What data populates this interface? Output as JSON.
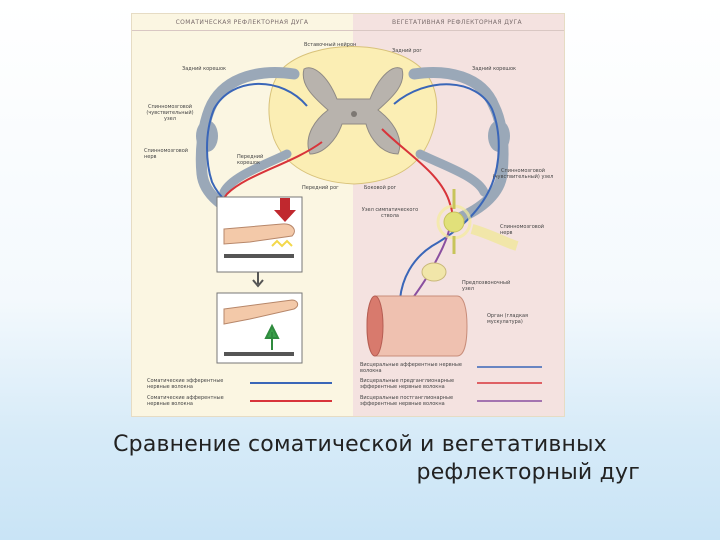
{
  "headers": {
    "left": "СОМАТИЧЕСКАЯ РЕФЛЕКТОРНАЯ ДУГА",
    "right": "ВЕГЕТАТИВНАЯ РЕФЛЕКТОРНАЯ ДУГА"
  },
  "labels": {
    "interneuron": "Вставочный нейрон",
    "dorsal_horn": "Задний рог",
    "dorsal_root_left": "Задний корешок",
    "dorsal_root_right": "Задний корешок",
    "spinal_ganglion_left": "Спинномозговой (чувствительный) узел",
    "spinal_nerve_left": "Спинномозговой нерв",
    "ventral_root": "Передний корешок",
    "ventral_horn": "Передний рог",
    "lateral_horn": "Боковой рог",
    "spinal_ganglion_right": "Спинномозговой (чувствительный) узел",
    "sympathetic_ganglion": "Узел симпатического ствола",
    "spinal_nerve_right": "Спинномозговой нерв",
    "prevertebral_ganglion": "Предпозвоночный узел",
    "organ": "Орган (гладкая мускулатура)"
  },
  "legend": {
    "somatic_afferent": "Соматические афферентные нервные волокна",
    "somatic_efferent": "Соматические эфферентные нервные волокна",
    "visceral_afferent": "Висцеральные афферентные нервные волокна",
    "visceral_pre": "Висцеральные предганглионарные эфферентные нервные волокна",
    "visceral_post": "Висцеральные постганглионарные эфферентные нервные волокна",
    "colors": {
      "blue": "#3a66b8",
      "red": "#d8343a",
      "purple": "#8a4fa0"
    }
  },
  "caption": {
    "line1": "Сравнение соматической и вегетативных",
    "line2": "рефлекторный дуг"
  }
}
